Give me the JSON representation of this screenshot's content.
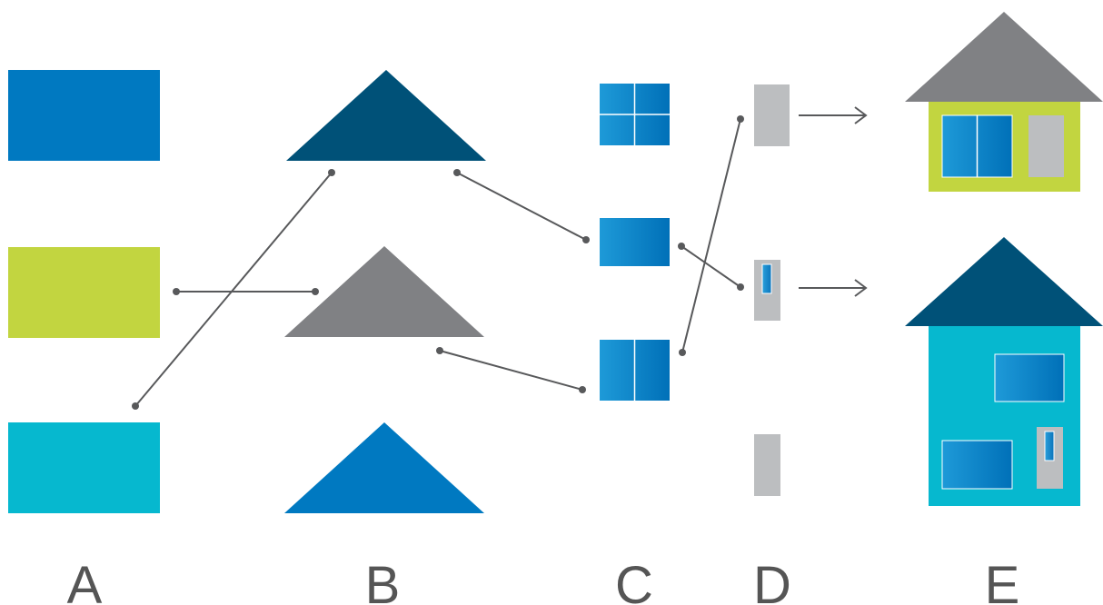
{
  "labels": {
    "a": "A",
    "b": "B",
    "c": "C",
    "d": "D",
    "e": "E"
  },
  "colors": {
    "blue": "#0079c1",
    "lime": "#c2d540",
    "cyan": "#06b8cf",
    "navy": "#005178",
    "gray": "#808184",
    "light_gray": "#bcbec0",
    "connector": "#58595b",
    "label": "#555555"
  },
  "components": {
    "a": [
      "blue-wall",
      "lime-wall",
      "cyan-wall"
    ],
    "b": [
      "navy-roof",
      "gray-roof",
      "blue-roof"
    ],
    "c": [
      "four-pane-window",
      "wide-window",
      "two-pane-window"
    ],
    "d": [
      "plain-door",
      "door-with-window",
      "small-door"
    ],
    "e": [
      "small-house",
      "tall-house"
    ]
  },
  "connections": [
    [
      "cyan-wall",
      "navy-roof"
    ],
    [
      "lime-wall",
      "gray-roof"
    ],
    [
      "navy-roof",
      "wide-window"
    ],
    [
      "gray-roof",
      "two-pane-window"
    ],
    [
      "wide-window",
      "door-with-window"
    ],
    [
      "two-pane-window",
      "plain-door"
    ],
    [
      "plain-door",
      "small-house"
    ],
    [
      "door-with-window",
      "tall-house"
    ]
  ]
}
